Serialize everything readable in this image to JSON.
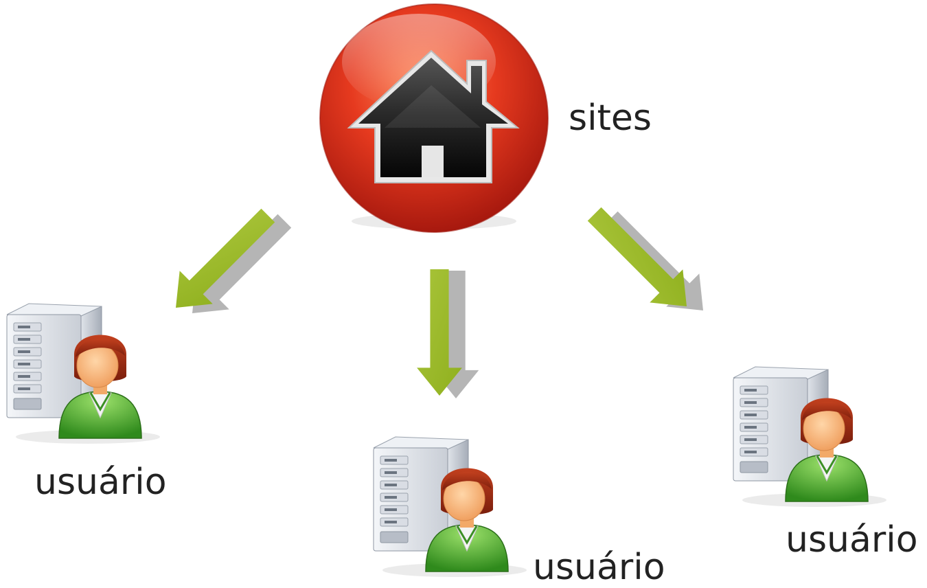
{
  "hub": {
    "label": "sites",
    "icon": "home-icon",
    "colors": {
      "orb": "#e0311f",
      "house": "#111111"
    }
  },
  "users": [
    {
      "label": "usuário",
      "icon": "user-workstation-icon"
    },
    {
      "label": "usuário",
      "icon": "user-workstation-icon"
    },
    {
      "label": "usuário",
      "icon": "user-workstation-icon"
    }
  ],
  "arrows": {
    "color": "#9dbb2a",
    "shadow": "#b8b8b8"
  }
}
